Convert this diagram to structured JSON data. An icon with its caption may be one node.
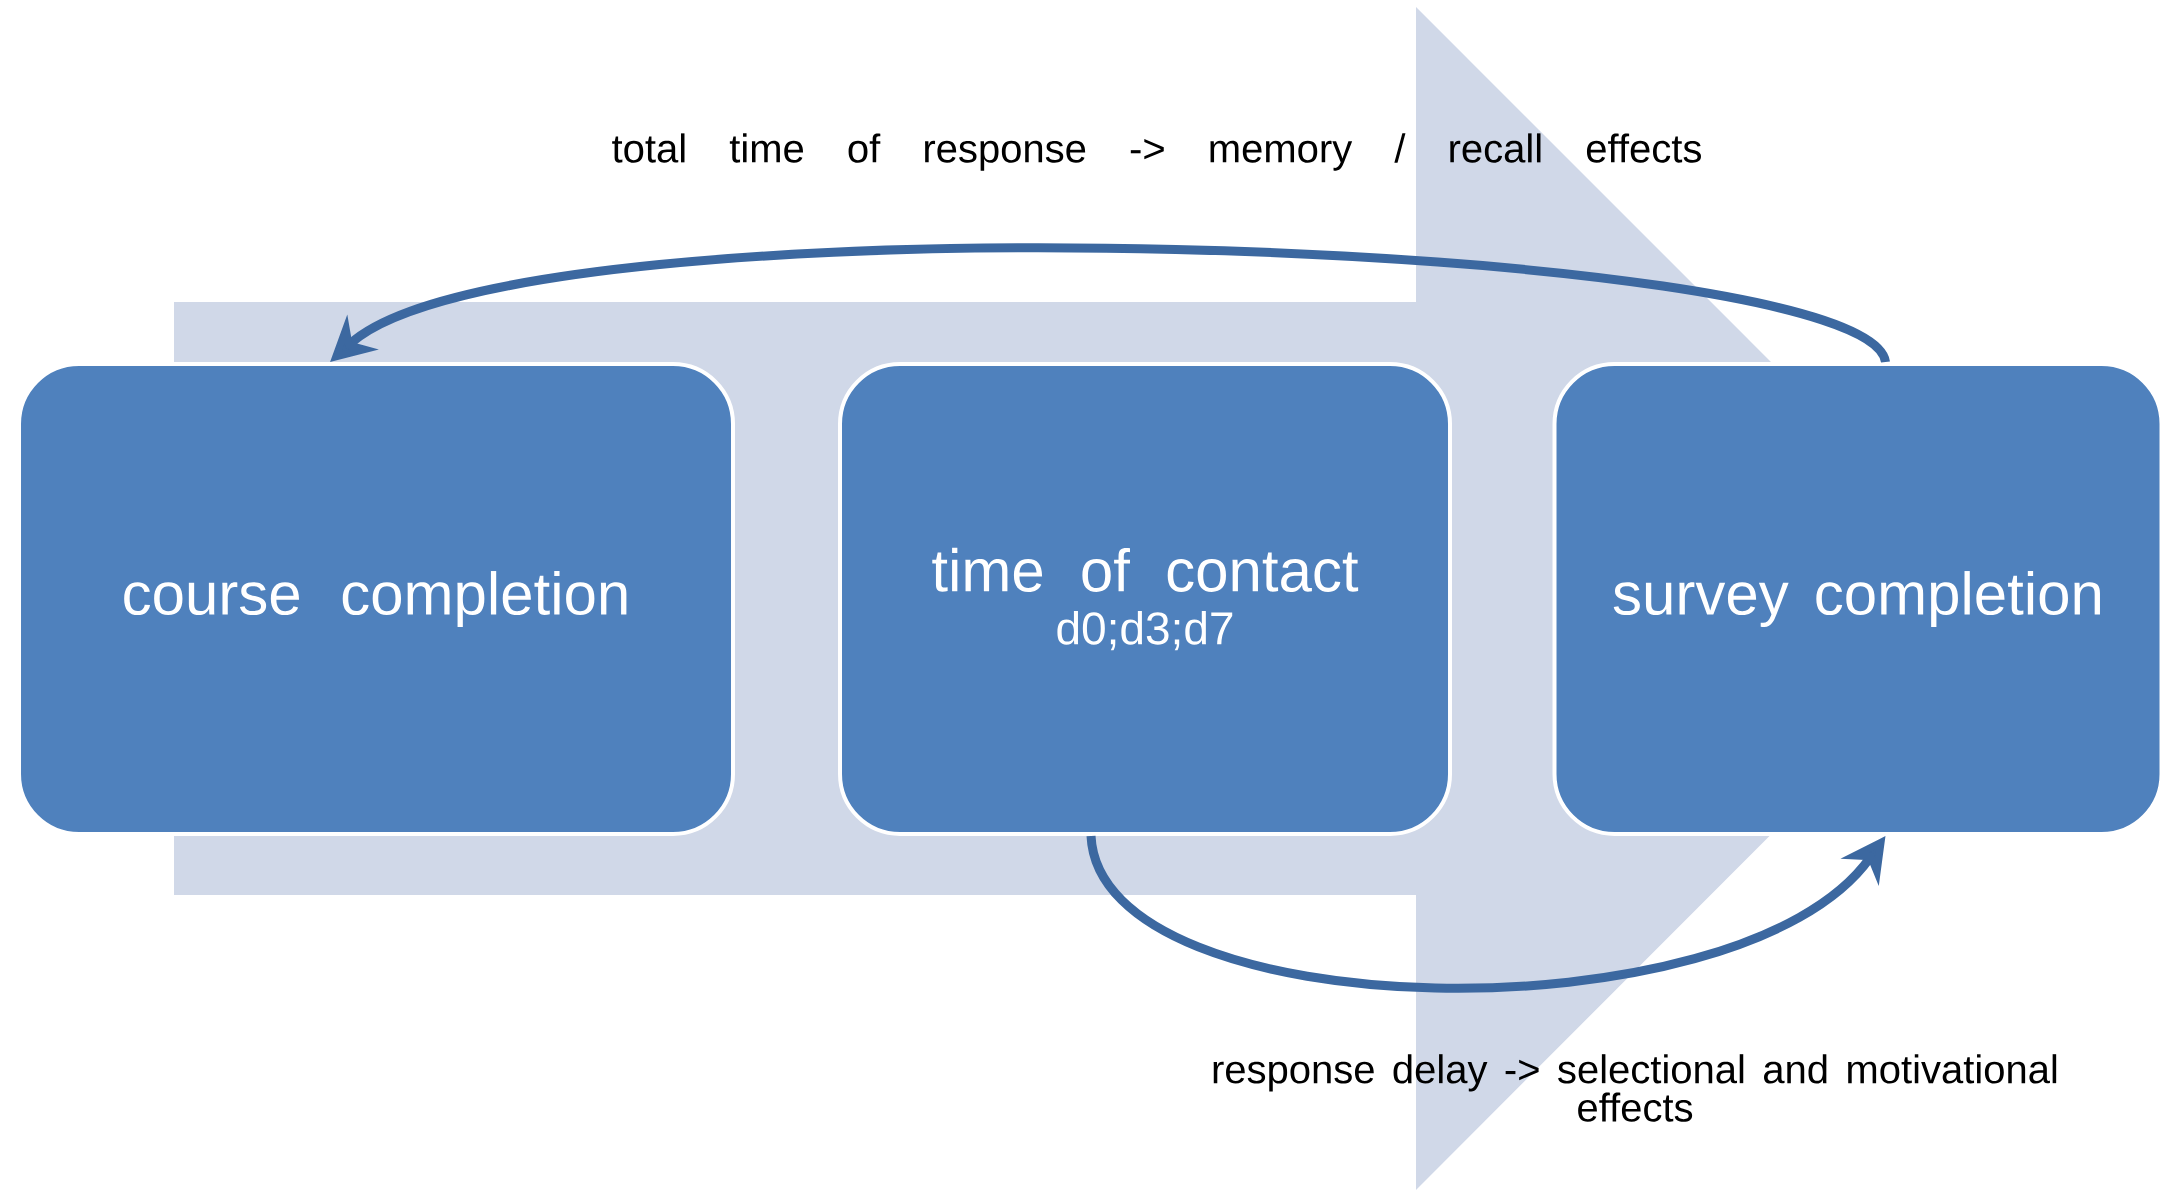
{
  "diagram": {
    "nodes": [
      {
        "text": [
          "course completion"
        ]
      },
      {
        "text": [
          "time of contact",
          "d0;d3;d7"
        ]
      },
      {
        "text": [
          "survey completion"
        ]
      }
    ],
    "edges": [
      {
        "from": 0,
        "to": 2,
        "arrow": "to",
        "style": "thick",
        "color": "#d0d8e8"
      },
      {
        "from": 2,
        "to": 0,
        "arrow": "to",
        "label": "total time of response -> memory / recall effects"
      },
      {
        "from": 1,
        "to": 2,
        "arrow": "to",
        "label": "response delay -> selectional and motivational effects"
      }
    ]
  }
}
